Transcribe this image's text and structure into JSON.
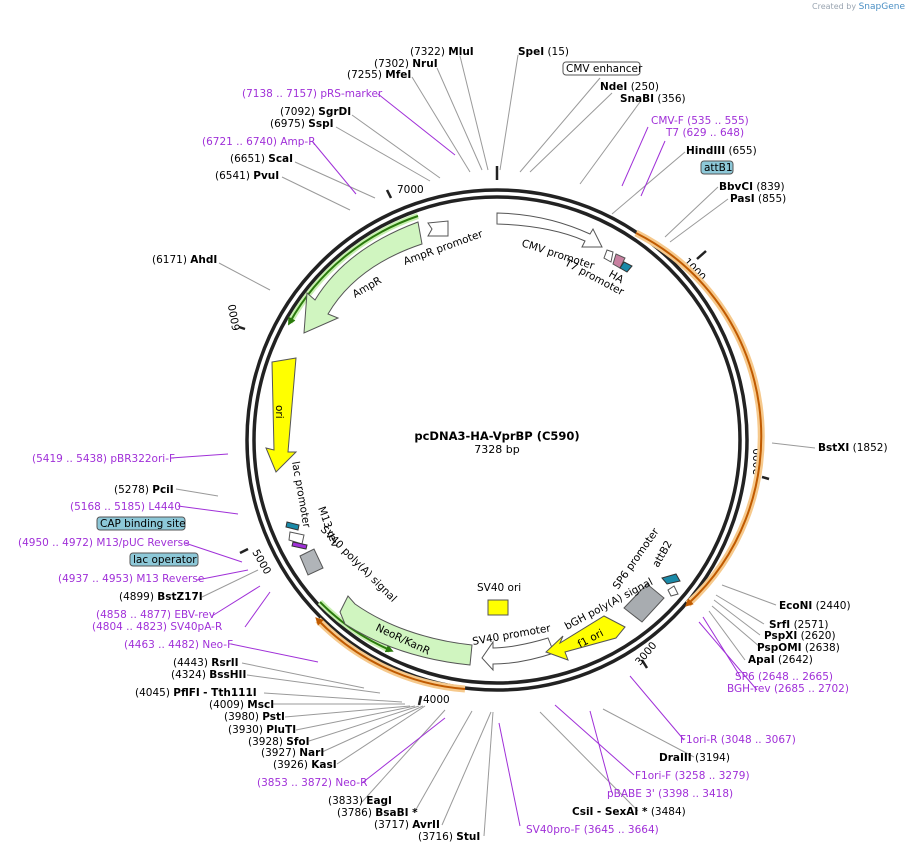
{
  "credit": {
    "prefix": "Created by",
    "brand": "SnapGene"
  },
  "plasmid": {
    "name": "pcDNA3-HA-VprBP (C590)",
    "size": "7328 bp"
  },
  "ticks": [
    "1000",
    "2000",
    "3000",
    "4000",
    "5000",
    "6000",
    "7000"
  ],
  "feature_labels": {
    "cmv_promoter": "CMV promoter",
    "t7_promoter": "T7 promoter",
    "ha": "HA",
    "ampr_promoter": "AmpR promoter",
    "ampr": "AmpR",
    "ori": "ori",
    "lac_promoter": "lac promoter",
    "m13_rev": "M13 rev",
    "sv40_polya": "SV40 poly(A) signal",
    "neor": "NeoR/KanR",
    "sv40_promoter": "SV40 promoter",
    "sv40_ori": "SV40 ori",
    "bgh": "bGH poly(A) signal",
    "f1ori": "f1 ori",
    "sp6_promoter": "SP6 promoter",
    "attb2": "attB2"
  },
  "boxed_labels": {
    "cmv_enhancer": "CMV enhancer",
    "attb1": "attB1",
    "cap": "CAP binding site",
    "lac_operator": "lac operator"
  },
  "sites": {
    "mlui": {
      "pos": "(7322)",
      "name": "MluI"
    },
    "spei": {
      "name": "SpeI",
      "pos": "(15)"
    },
    "nrui": {
      "pos": "(7302)",
      "name": "NruI"
    },
    "mfei": {
      "pos": "(7255)",
      "name": "MfeI"
    },
    "ndei": {
      "name": "NdeI",
      "pos": "(250)"
    },
    "snabi": {
      "name": "SnaBI",
      "pos": "(356)"
    },
    "sgrdi": {
      "pos": "(7092)",
      "name": "SgrDI"
    },
    "sspi": {
      "pos": "(6975)",
      "name": "SspI"
    },
    "hindiii": {
      "name": "HindIII",
      "pos": "(655)"
    },
    "scai": {
      "pos": "(6651)",
      "name": "ScaI"
    },
    "pvui": {
      "pos": "(6541)",
      "name": "PvuI"
    },
    "bbvci": {
      "name": "BbvCI",
      "pos": "(839)"
    },
    "pasi": {
      "name": "PasI",
      "pos": "(855)"
    },
    "ahdi": {
      "pos": "(6171)",
      "name": "AhdI"
    },
    "bstxi": {
      "name": "BstXI",
      "pos": "(1852)"
    },
    "pcii": {
      "pos": "(5278)",
      "name": "PciI"
    },
    "bstz17i": {
      "pos": "(4899)",
      "name": "BstZ17I"
    },
    "econi": {
      "name": "EcoNI",
      "pos": "(2440)"
    },
    "srfi": {
      "name": "SrfI",
      "pos": "(2571)"
    },
    "pspxi": {
      "name": "PspXI",
      "pos": "(2620)"
    },
    "pspomi": {
      "name": "PspOMI",
      "pos": "(2638)"
    },
    "apai": {
      "name": "ApaI",
      "pos": "(2642)"
    },
    "rsrii": {
      "pos": "(4443)",
      "name": "RsrII"
    },
    "bsshii": {
      "pos": "(4324)",
      "name": "BssHII"
    },
    "pflfi": {
      "pos": "(4045)",
      "name": "PflFI",
      "extra": "- Tth111I"
    },
    "msci": {
      "pos": "(4009)",
      "name": "MscI"
    },
    "psti": {
      "pos": "(3980)",
      "name": "PstI"
    },
    "plutI": {
      "pos": "(3930)",
      "name": "PluTI"
    },
    "sfoi": {
      "pos": "(3928)",
      "name": "SfoI"
    },
    "nari": {
      "pos": "(3927)",
      "name": "NarI"
    },
    "kasi": {
      "pos": "(3926)",
      "name": "KasI"
    },
    "eagi": {
      "pos": "(3833)",
      "name": "EagI"
    },
    "bsabi": {
      "pos": "(3786)",
      "name": "BsaBI *"
    },
    "avrii": {
      "pos": "(3717)",
      "name": "AvrII"
    },
    "stui": {
      "pos": "(3716)",
      "name": "StuI"
    },
    "draiii": {
      "name": "DraIII",
      "pos": "(3194)"
    },
    "csii": {
      "name": "CsiI",
      "extra": "- SexAI *",
      "pos": "(3484)"
    }
  },
  "primers": {
    "prs_marker": {
      "range": "(7138 .. 7157)",
      "name": "pRS-marker"
    },
    "amp_r": {
      "range": "(6721 .. 6740)",
      "name": "Amp-R"
    },
    "cmv_f": {
      "name": "CMV-F",
      "range": "(535 .. 555)"
    },
    "t7": {
      "name": "T7",
      "range": "(629 .. 648)"
    },
    "pbr322ori_f": {
      "range": "(5419 .. 5438)",
      "name": "pBR322ori-F"
    },
    "l4440": {
      "range": "(5168 .. 5185)",
      "name": "L4440"
    },
    "m13puc_rev": {
      "range": "(4950 .. 4972)",
      "name": "M13/pUC Reverse"
    },
    "m13_rev": {
      "range": "(4937 .. 4953)",
      "name": "M13 Reverse"
    },
    "ebv_rev": {
      "range": "(4858 .. 4877)",
      "name": "EBV-rev"
    },
    "sv40pa_r": {
      "range": "(4804 .. 4823)",
      "name": "SV40pA-R"
    },
    "neo_f": {
      "range": "(4463 .. 4482)",
      "name": "Neo-F"
    },
    "sp6": {
      "name": "SP6",
      "range": "(2648 .. 2665)"
    },
    "bgh_rev": {
      "name": "BGH-rev",
      "range": "(2685 .. 2702)"
    },
    "f1ori_r": {
      "name": "F1ori-R",
      "range": "(3048 .. 3067)"
    },
    "f1ori_f": {
      "name": "F1ori-F",
      "range": "(3258 .. 3279)"
    },
    "pbabe3": {
      "name": "pBABE 3'",
      "range": "(3398 .. 3418)"
    },
    "neo_r": {
      "range": "(3853 .. 3872)",
      "name": "Neo-R"
    },
    "sv40pro_f": {
      "name": "SV40pro-F",
      "range": "(3645 .. 3664)"
    }
  },
  "colors": {
    "primer": "#a030d8",
    "backbone": "#222222",
    "green": "#2a7a0c",
    "orange": "#e88a1a",
    "yellow": "#ffff00"
  }
}
